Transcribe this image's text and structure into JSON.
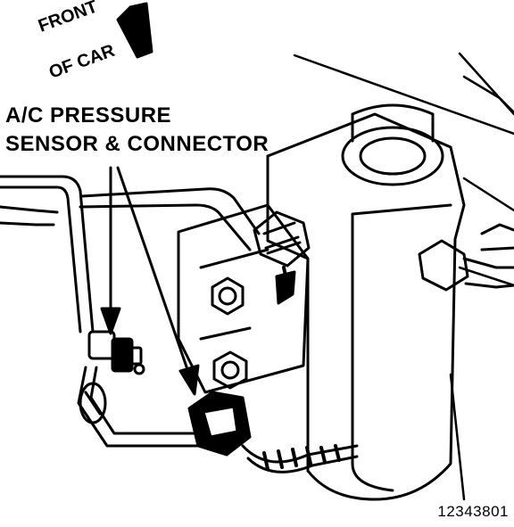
{
  "direction": {
    "line1": "FRONT",
    "line2": "OF CAR",
    "icon": "arrow-icon"
  },
  "callout": {
    "line1": "A/C PRESSURE",
    "line2": "SENSOR & CONNECTOR"
  },
  "figure_number": "12343801",
  "colors": {
    "ink": "#000000",
    "paper": "#ffffff"
  }
}
